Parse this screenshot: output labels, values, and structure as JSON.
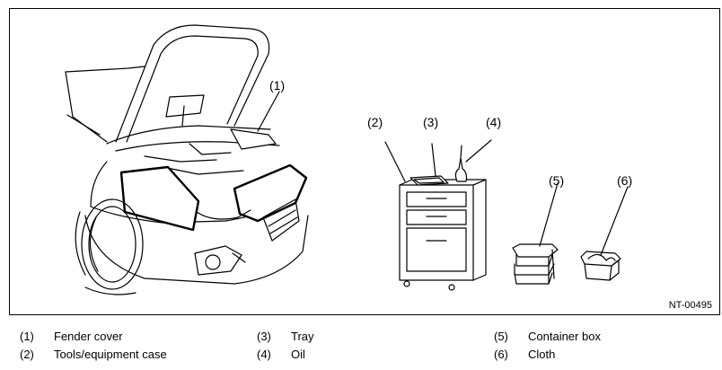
{
  "figure": {
    "id_code": "NT-00495",
    "callouts": {
      "fender_cover": "(1)",
      "tools_case": "(2)",
      "tray": "(3)",
      "oil": "(4)",
      "container_box": "(5)",
      "cloth": "(6)"
    }
  },
  "legend": [
    {
      "num": "(1)",
      "label": "Fender cover"
    },
    {
      "num": "(2)",
      "label": "Tools/equipment case"
    },
    {
      "num": "(3)",
      "label": "Tray"
    },
    {
      "num": "(4)",
      "label": "Oil"
    },
    {
      "num": "(5)",
      "label": "Container box"
    },
    {
      "num": "(6)",
      "label": "Cloth"
    }
  ]
}
